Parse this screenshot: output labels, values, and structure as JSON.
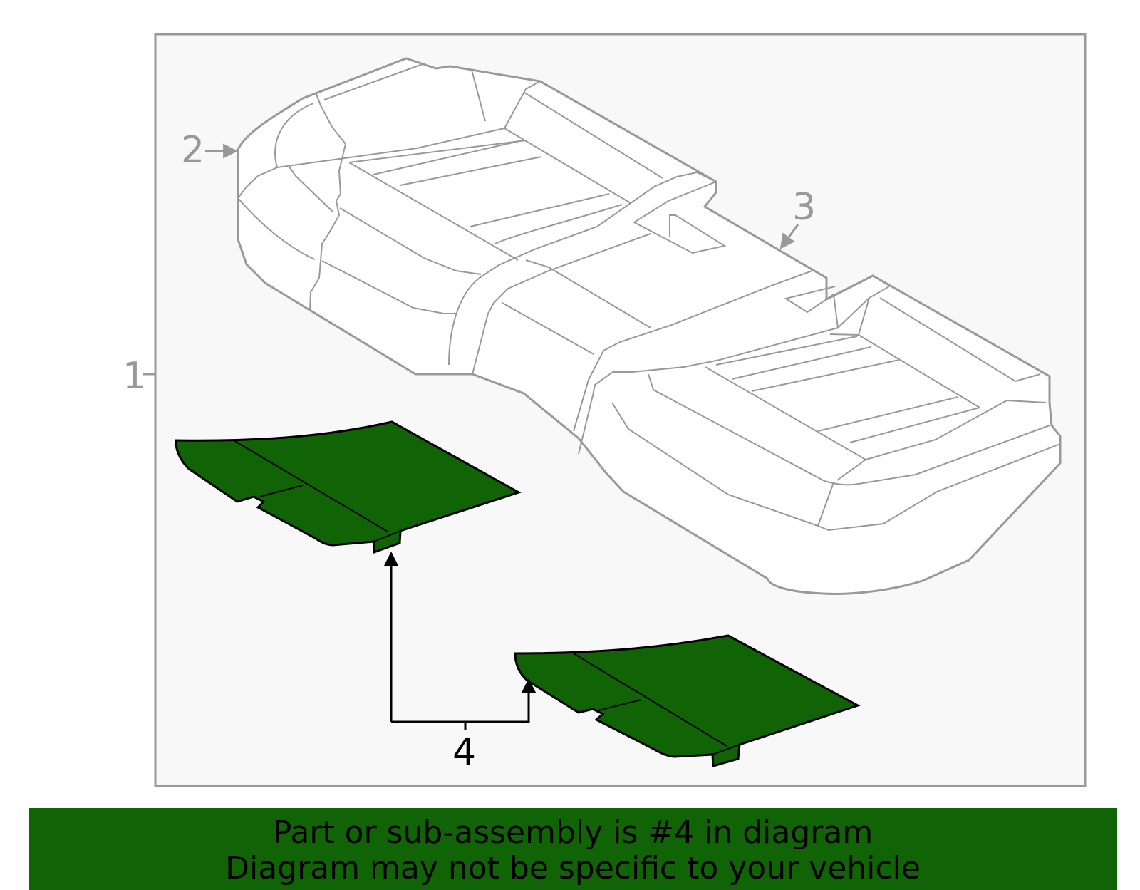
{
  "diagram": {
    "callouts": [
      {
        "id": "1",
        "label": "1",
        "highlighted": false
      },
      {
        "id": "2",
        "label": "2",
        "highlighted": false
      },
      {
        "id": "3",
        "label": "3",
        "highlighted": false
      },
      {
        "id": "4",
        "label": "4",
        "highlighted": true
      }
    ],
    "parts": [
      {
        "name": "seat-cushion-assembly",
        "callout": "1",
        "highlighted": false
      },
      {
        "name": "seat-cushion-pad",
        "callout": "2",
        "highlighted": false
      },
      {
        "name": "seat-cushion-cover",
        "callout": "3",
        "highlighted": false
      },
      {
        "name": "seat-heater-pad-left",
        "callout": "4",
        "highlighted": true
      },
      {
        "name": "seat-heater-pad-right",
        "callout": "4",
        "highlighted": true
      }
    ]
  },
  "caption": {
    "line1": "Part or sub-assembly is #4 in diagram",
    "line2": "Diagram may not be specific to your vehicle"
  },
  "colors": {
    "highlight_fill": "#116405",
    "line_gray": "#999999",
    "frame_fill": "#f8f8f8",
    "caption_bg": "#116405",
    "text_dark": "#000000"
  }
}
